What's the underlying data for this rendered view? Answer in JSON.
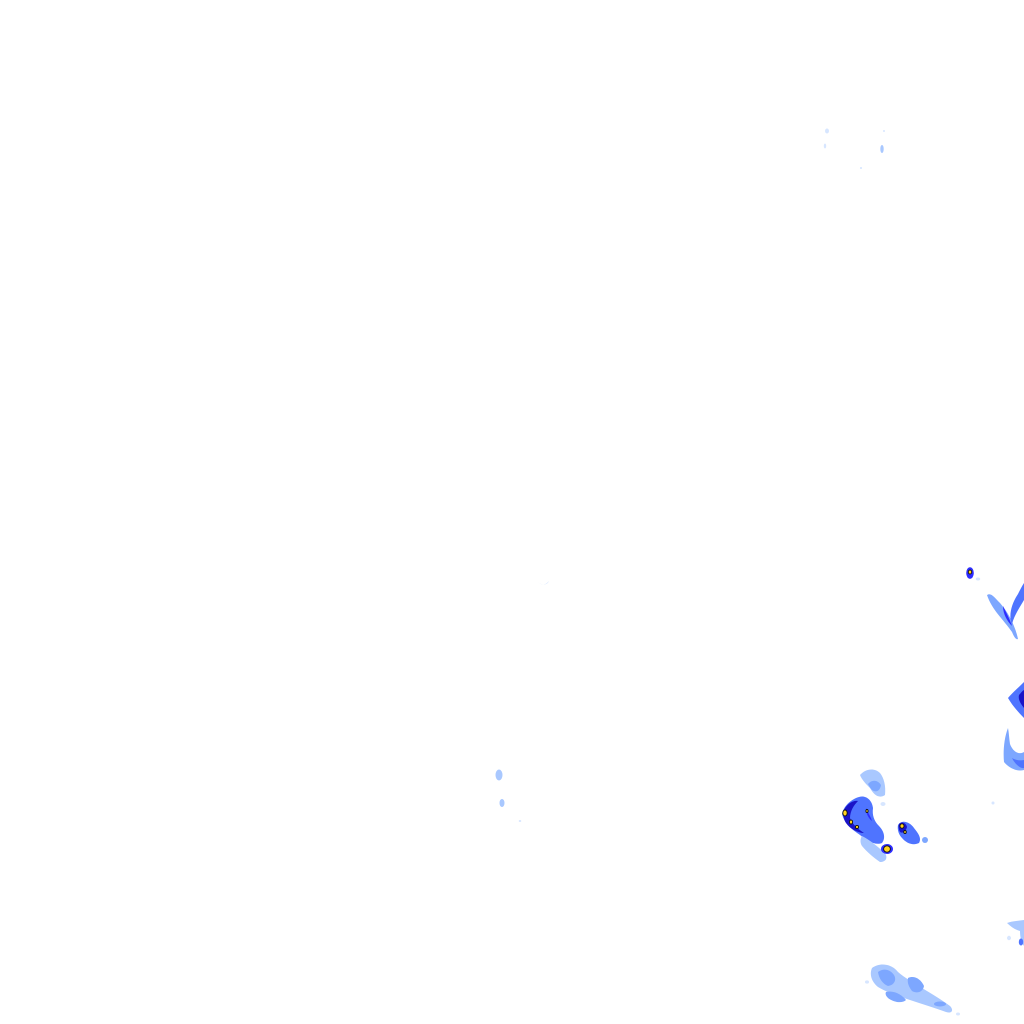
{
  "map": {
    "kind": "precipitation-radar-overlay",
    "background": "#ffffff",
    "palette": {
      "very_light": "#d7e6ff",
      "light": "#a9c8ff",
      "light_medium": "#7da7ff",
      "medium": "#4f74ff",
      "strong": "#2d2dff",
      "heavy": "#1a13c7",
      "extreme_core": "#ffd21f",
      "core_outline": "#111111"
    },
    "echo_regions": [
      "top-right-faint-specks",
      "center-faint-specks",
      "right-edge-echoes",
      "south-east-cluster",
      "bottom-south-east-band"
    ]
  }
}
